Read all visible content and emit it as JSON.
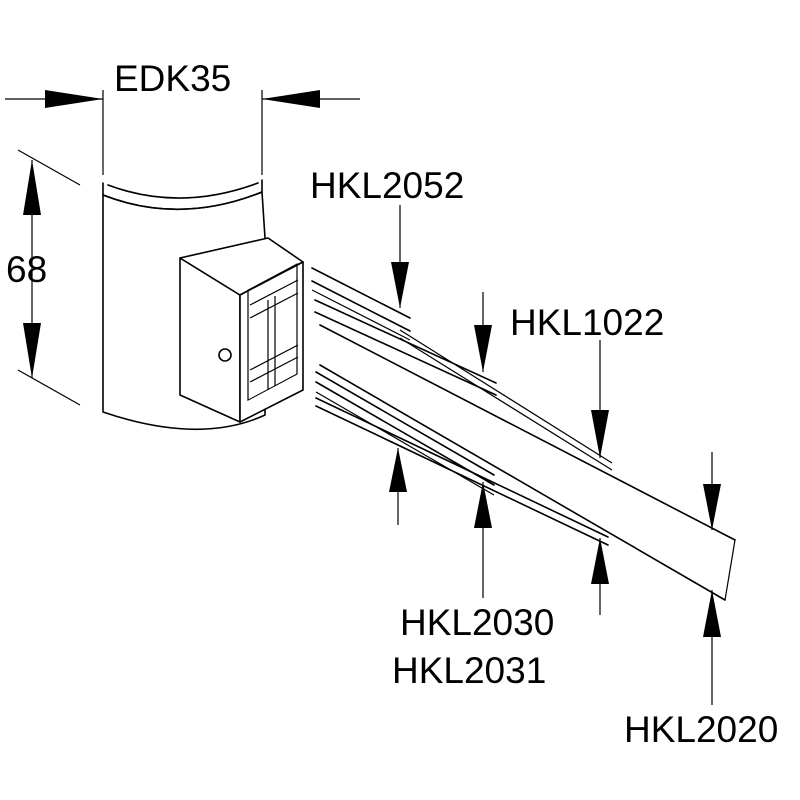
{
  "labels": {
    "edk35": "EDK35",
    "height": "68",
    "hkl2052": "HKL2052",
    "hkl1022": "HKL1022",
    "hkl2030": "HKL2030",
    "hkl2031": "HKL2031",
    "hkl2020": "HKL2020"
  },
  "colors": {
    "line": "#000000",
    "background": "#ffffff"
  }
}
